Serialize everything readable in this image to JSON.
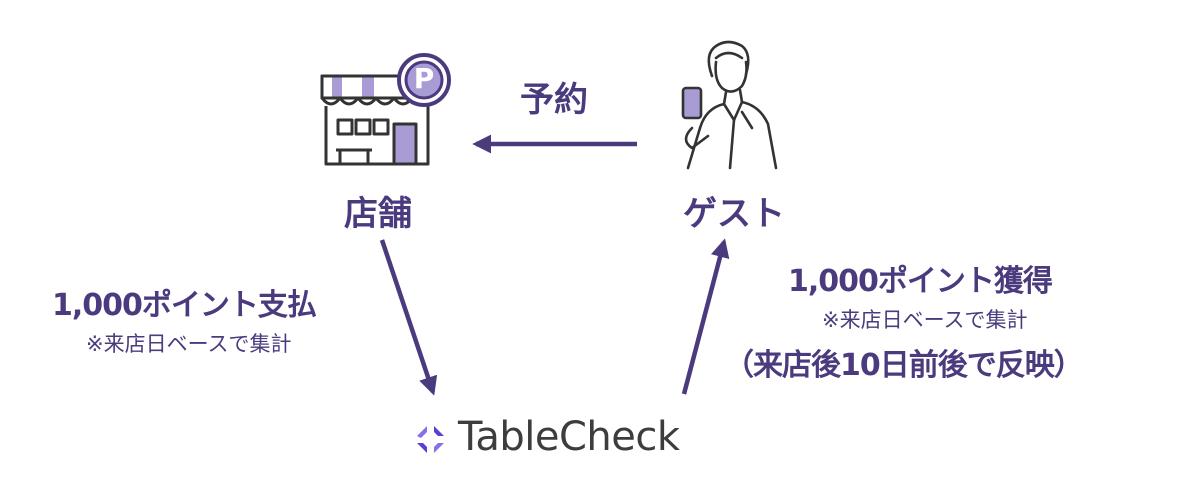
{
  "colors": {
    "accent": "#4b3b7e",
    "icon_line": "#333333",
    "icon_fill": "#a99bd3",
    "logo_text": "#3d3d3d"
  },
  "nodes": {
    "store": {
      "label": "店舗",
      "icon": "storefront-icon",
      "badge": "P"
    },
    "guest": {
      "label": "ゲスト",
      "icon": "person-with-phone-icon"
    },
    "tablecheck": {
      "label": "TableCheck",
      "icon": "tablecheck-logo-icon"
    }
  },
  "edges": {
    "reservation": {
      "label": "予約"
    },
    "payment": {
      "label": "1,000ポイント支払",
      "note": "※来店日ベースで集計"
    },
    "earn": {
      "label": "1,000ポイント獲得",
      "note": "※来店日ベースで集計",
      "note2": "（来店後10日前後で反映）"
    }
  }
}
